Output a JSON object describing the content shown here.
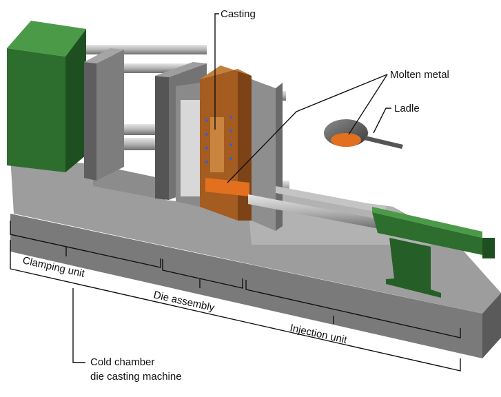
{
  "labels": {
    "casting": "Casting",
    "molten_metal": "Molten metal",
    "ladle": "Ladle",
    "clamping_unit": "Clamping unit",
    "die_assembly": "Die assembly",
    "injection_unit": "Injection unit",
    "machine_line1": "Cold chamber",
    "machine_line2": "die casting machine"
  },
  "colors": {
    "green_dark": "#1f5a22",
    "green": "#2f7a31",
    "green_light": "#4a9a45",
    "base_top": "#a8a8a8",
    "base_front": "#7d7d7d",
    "base_side": "#5f5f5f",
    "platen": "#6e6e6e",
    "platen_light": "#9a9a9a",
    "rod": "#b8b8b8",
    "die_brown": "#9a5a22",
    "die_orange": "#c07a35",
    "molten": "#e2701e",
    "ladle": "#555555"
  }
}
